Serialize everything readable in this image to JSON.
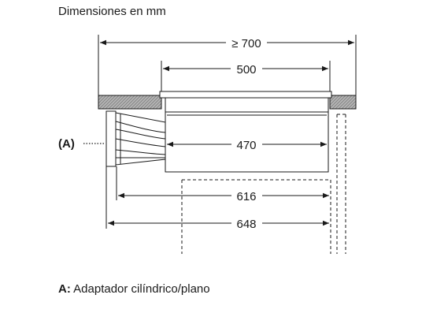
{
  "heading": "Dimensiones en mm",
  "callout_label": "(A)",
  "legend": {
    "key": "A:",
    "text": " Adaptador cilíndrico/plano"
  },
  "dimensions": {
    "countertop_min": "≥ 700",
    "cutout": "500",
    "body_depth": "470",
    "depth_616": "616",
    "depth_648": "648"
  },
  "colors": {
    "line": "#1a1a1a",
    "hatch": "#9a9a9a",
    "background": "#ffffff"
  }
}
